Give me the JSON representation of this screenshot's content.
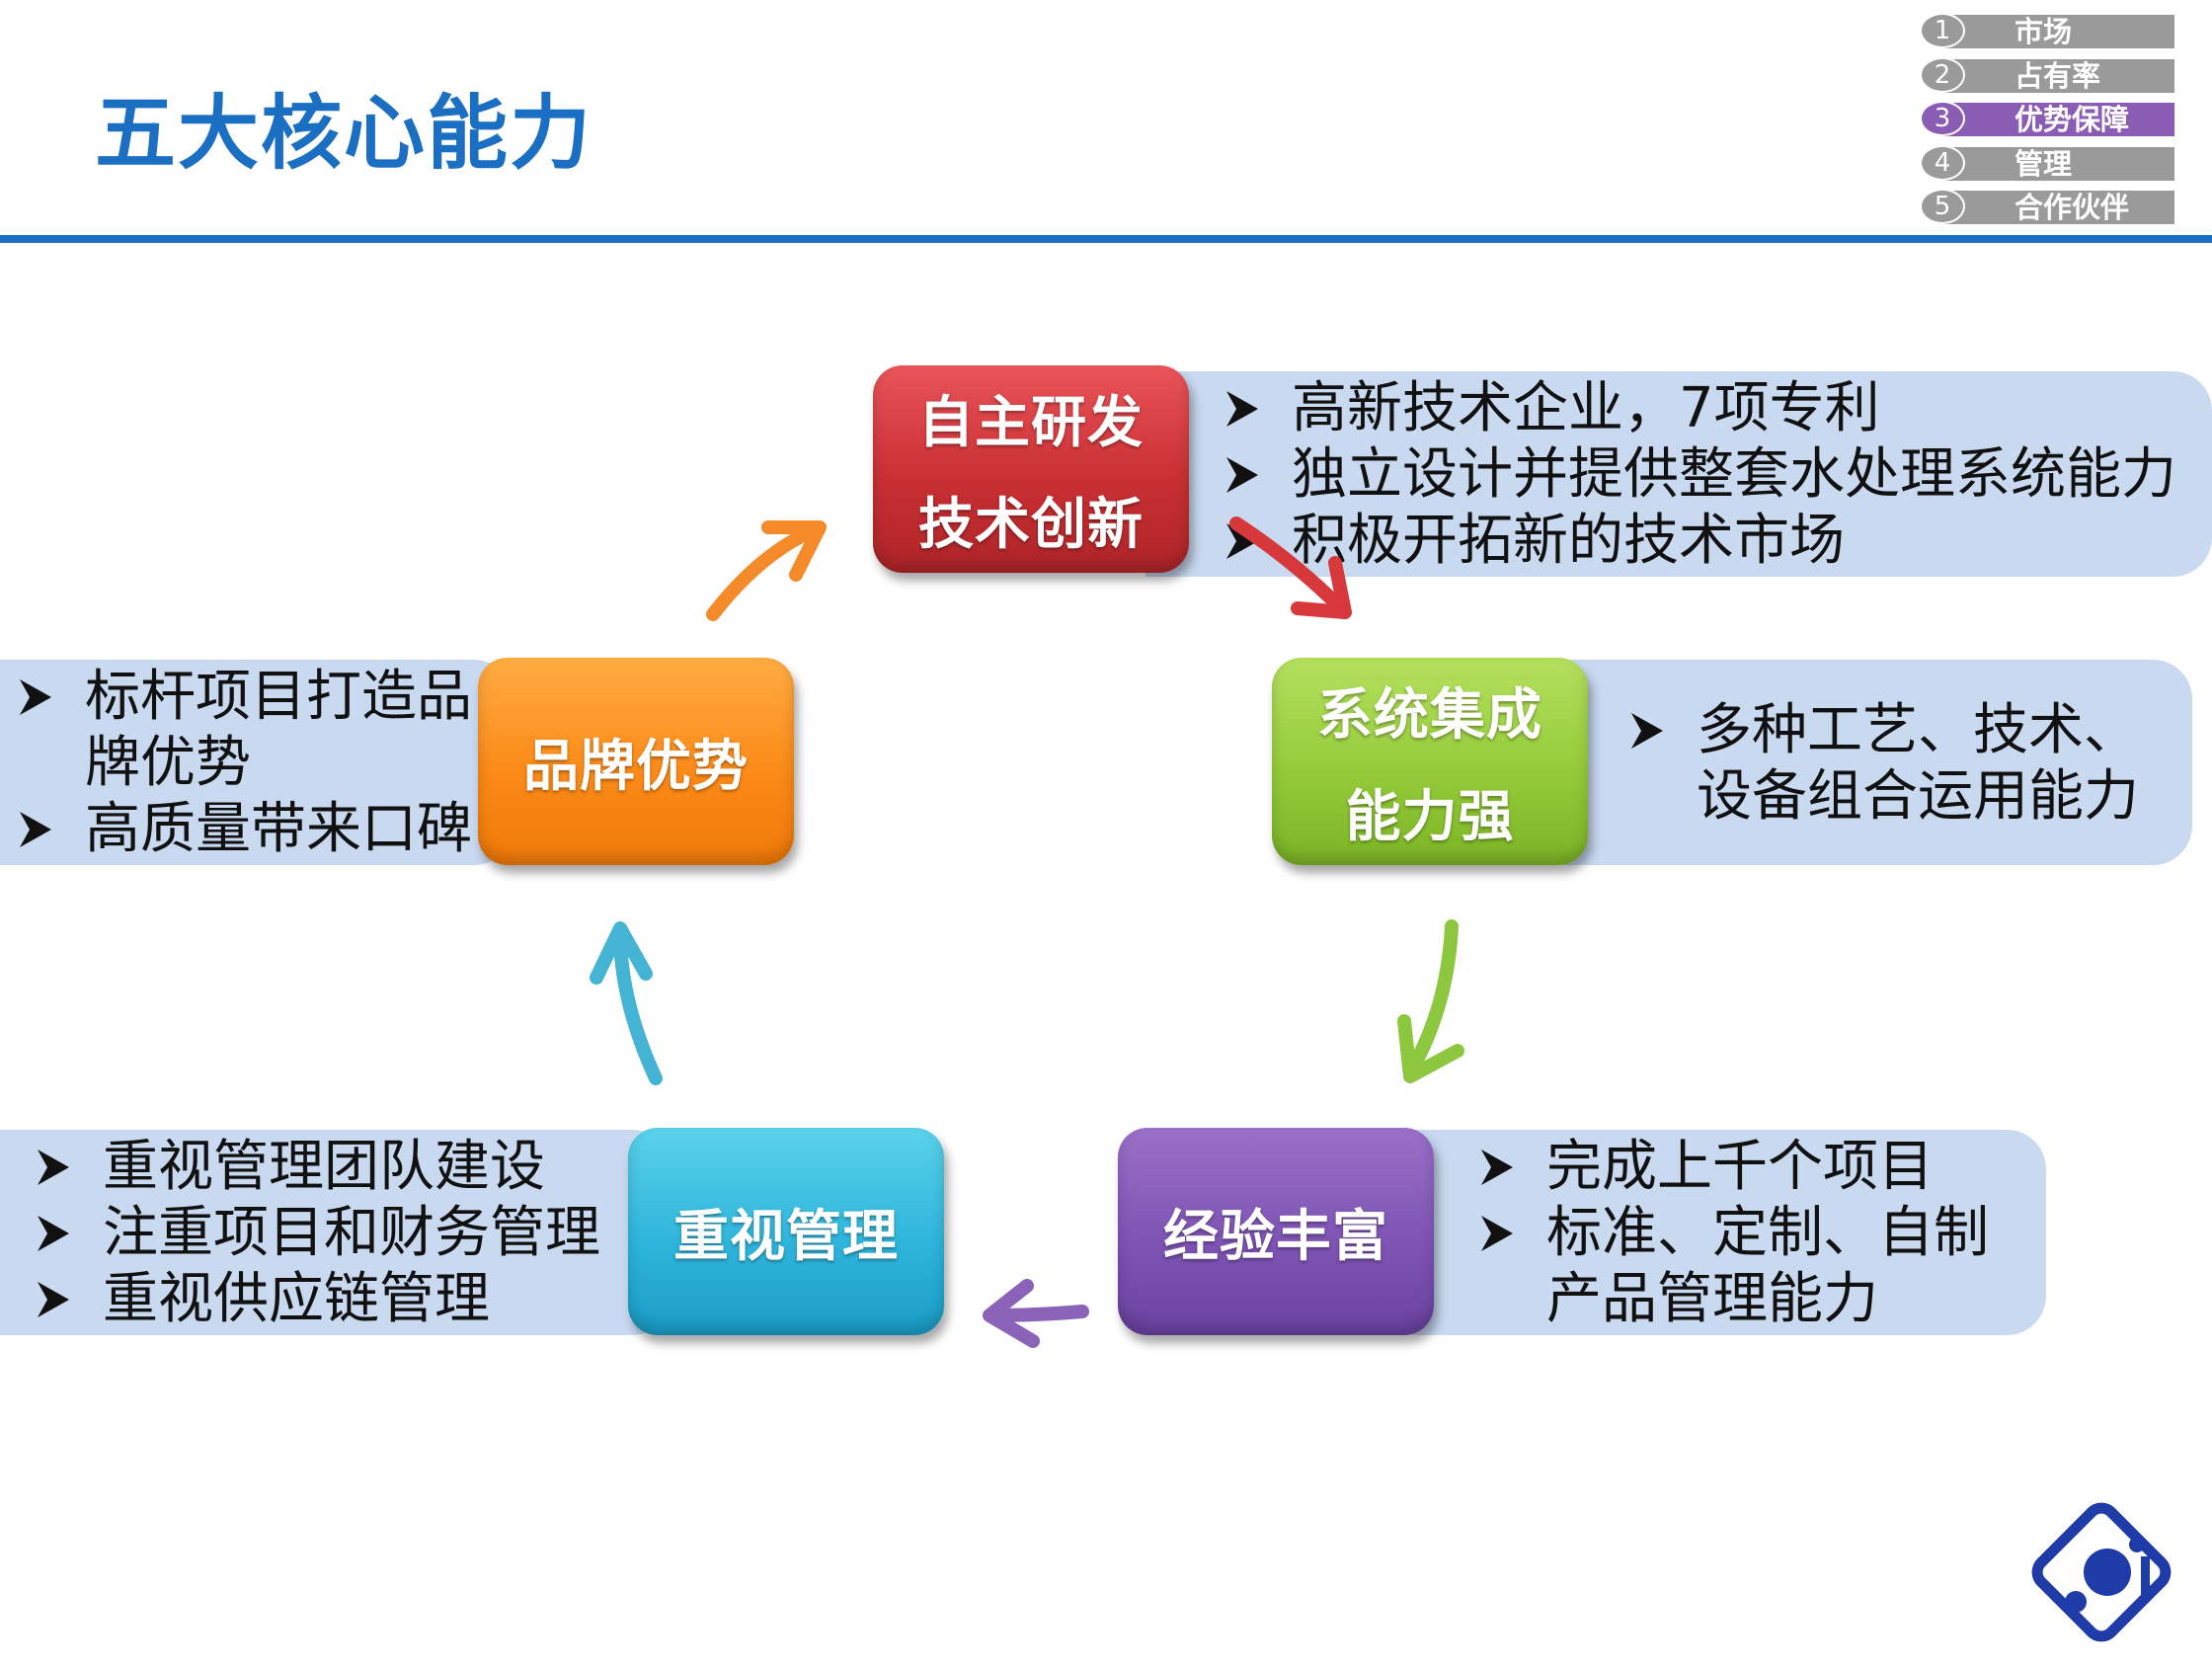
{
  "title": "五大核心能力",
  "nav": [
    {
      "num": "1",
      "label": "市场",
      "active": false
    },
    {
      "num": "2",
      "label": "占有率",
      "active": false
    },
    {
      "num": "3",
      "label": "优势保障",
      "active": true
    },
    {
      "num": "4",
      "label": "管理",
      "active": false
    },
    {
      "num": "5",
      "label": "合作伙伴",
      "active": false
    }
  ],
  "nodes": {
    "rd": {
      "line1": "自主研发",
      "line2": "技术创新",
      "color": "#c93034"
    },
    "integration": {
      "line1": "系统集成",
      "line2": "能力强",
      "color": "#8dc63f"
    },
    "experience": {
      "line1": "经验丰富",
      "color": "#7b52b1"
    },
    "management": {
      "line1": "重视管理",
      "color": "#2bb2d9"
    },
    "brand": {
      "line1": "品牌优势",
      "color": "#f7891b"
    }
  },
  "details": {
    "rd": [
      "高新技术企业，7项专利",
      "独立设计并提供整套水处理系统能力",
      "积极开拓新的技术市场"
    ],
    "integration": {
      "line1": "多种工艺、技术、",
      "line2": "设备组合运用能力"
    },
    "experience": {
      "item1": "完成上千个项目",
      "item2_line1": "标准、定制、自制",
      "item2_line2": "产品管理能力"
    },
    "management": [
      "重视管理团队建设",
      "注重项目和财务管理",
      "重视供应链管理"
    ],
    "brand": {
      "item1_line1": "标杆项目打造品",
      "item1_line2": "牌优势",
      "item2": "高质量带来口碑"
    }
  },
  "colors": {
    "title": "#1a6fc2",
    "panel": "#c8d9f0",
    "nav_inactive": "#9a9a9a",
    "nav_active": "#8a5cb4",
    "logo": "#1f3ba8"
  },
  "icons": [
    "arrowhead-bullet-icon",
    "company-logo-icon"
  ]
}
